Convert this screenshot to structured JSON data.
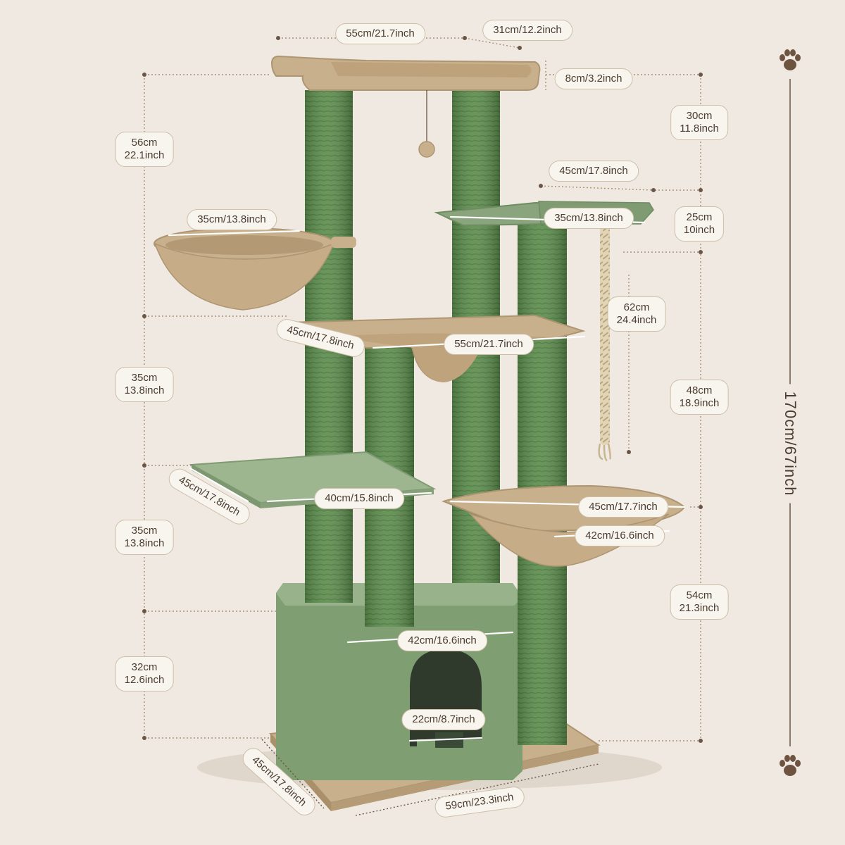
{
  "colors": {
    "background": "#efe9e1",
    "sisal_green": "#5d8d4e",
    "platform_green": "#8aa57d",
    "plush_beige": "#c9b08c",
    "label_text": "#4a3c30",
    "guide_line": "#a89378"
  },
  "icons": {
    "top": "paw-print-icon",
    "bottom": "paw-print-icon"
  },
  "total_height": "170cm/67inch",
  "top_perch": {
    "width": "55cm/21.7inch",
    "depth": "31cm/12.2inch",
    "rim_height": "8cm/3.2inch"
  },
  "left_heights": [
    {
      "cm": "56cm",
      "inch": "22.1inch"
    },
    {
      "cm": "35cm",
      "inch": "13.8inch"
    },
    {
      "cm": "35cm",
      "inch": "13.8inch"
    },
    {
      "cm": "32cm",
      "inch": "12.6inch"
    }
  ],
  "right_heights": [
    {
      "cm": "30cm",
      "inch": "11.8inch"
    },
    {
      "cm": "25cm",
      "inch": "10inch"
    },
    {
      "cm": "48cm",
      "inch": "18.9inch"
    },
    {
      "cm": "54cm",
      "inch": "21.3inch"
    }
  ],
  "rope_length": {
    "cm": "62cm",
    "inch": "24.4inch"
  },
  "basket_left_diameter": "35cm/13.8inch",
  "upper_right_platform": {
    "width": "45cm/17.8inch",
    "depth": "35cm/13.8inch"
  },
  "hammock": {
    "depth": "45cm/17.8inch",
    "width": "55cm/21.7inch"
  },
  "mid_left_platform": {
    "depth": "45cm/17.8inch",
    "width": "40cm/15.8inch"
  },
  "lower_basket": {
    "outer": "45cm/17.7inch",
    "inner": "42cm/16.6inch"
  },
  "condo": {
    "width": "42cm/16.6inch",
    "door": "22cm/8.7inch"
  },
  "base": {
    "depth": "45cm/17.8inch",
    "width": "59cm/23.3inch"
  }
}
